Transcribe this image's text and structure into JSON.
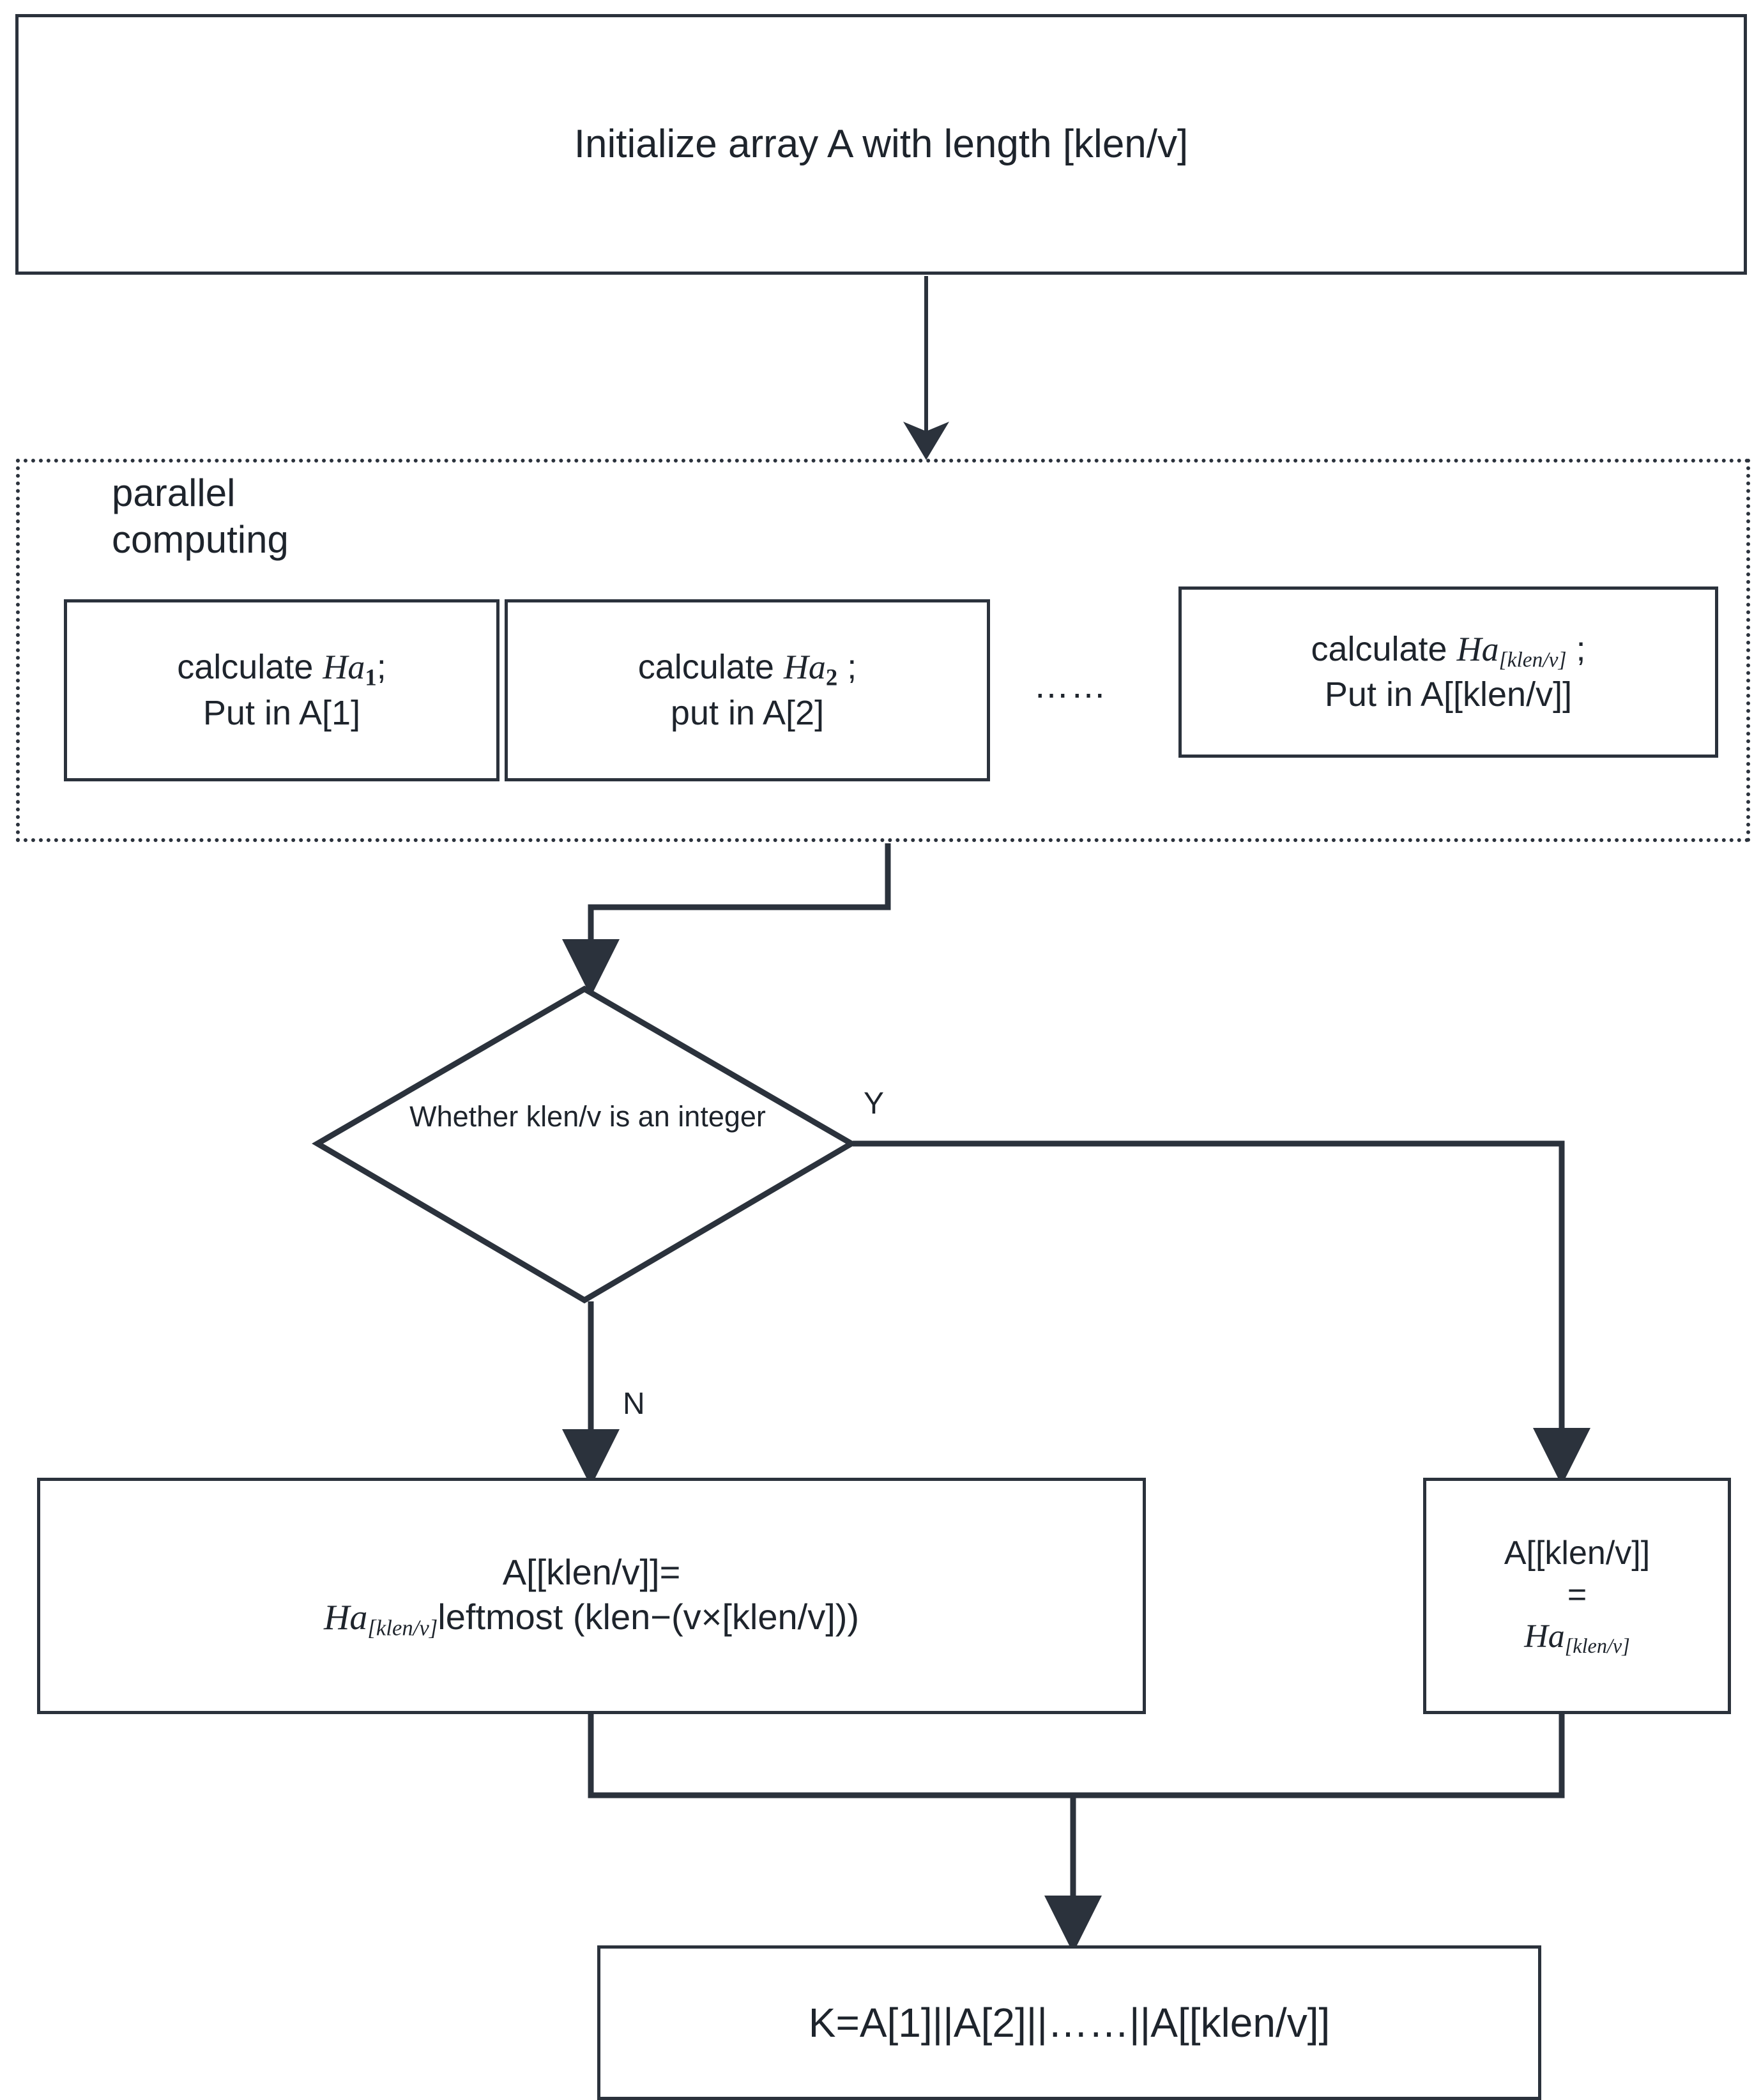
{
  "diagram": {
    "title": "Key derivation parallel computing flowchart",
    "type": "flowchart",
    "stroke_color": "#2b323c",
    "background_color": "#ffffff"
  },
  "nodes": {
    "init": {
      "shape": "process",
      "text": "Initialize array A with length [klen/v]"
    },
    "parallel_region": {
      "shape": "dotted-group",
      "label": "parallel\ncomputing"
    },
    "p1": {
      "shape": "process",
      "line1_prefix": "calculate ",
      "line1_var": "Ha",
      "line1_sub": "1",
      "line1_suffix": ";",
      "line2": "Put in A[1]"
    },
    "p2": {
      "shape": "process",
      "line1_prefix": "calculate ",
      "line1_var": "Ha",
      "line1_sub": "2",
      "line1_suffix": " ;",
      "line2": "put in A[2]"
    },
    "ellipsis": {
      "text": "……"
    },
    "p3": {
      "shape": "process",
      "line1_prefix": "calculate ",
      "line1_var": "Ha",
      "line1_sub": "[klen/v]",
      "line1_suffix": " ;",
      "line2": "Put in A[[klen/v]]"
    },
    "decision": {
      "shape": "diamond",
      "text": "Whether klen/v is an integer"
    },
    "else_box": {
      "shape": "process",
      "line1": "A[[klen/v]]=",
      "line2_var": "Ha",
      "line2_sub": "[klen/v]",
      "line2_rest": "leftmost  (klen−(v×[klen/v]))"
    },
    "then_box": {
      "shape": "process",
      "line1": "A[[klen/v]]",
      "line2": "=",
      "line3_var": "Ha",
      "line3_sub": "[klen/v]"
    },
    "final": {
      "shape": "process",
      "text": "K=A[1]||A[2]||……||A[[klen/v]]"
    }
  },
  "edges": {
    "yes_label": "Y",
    "no_label": "N"
  }
}
